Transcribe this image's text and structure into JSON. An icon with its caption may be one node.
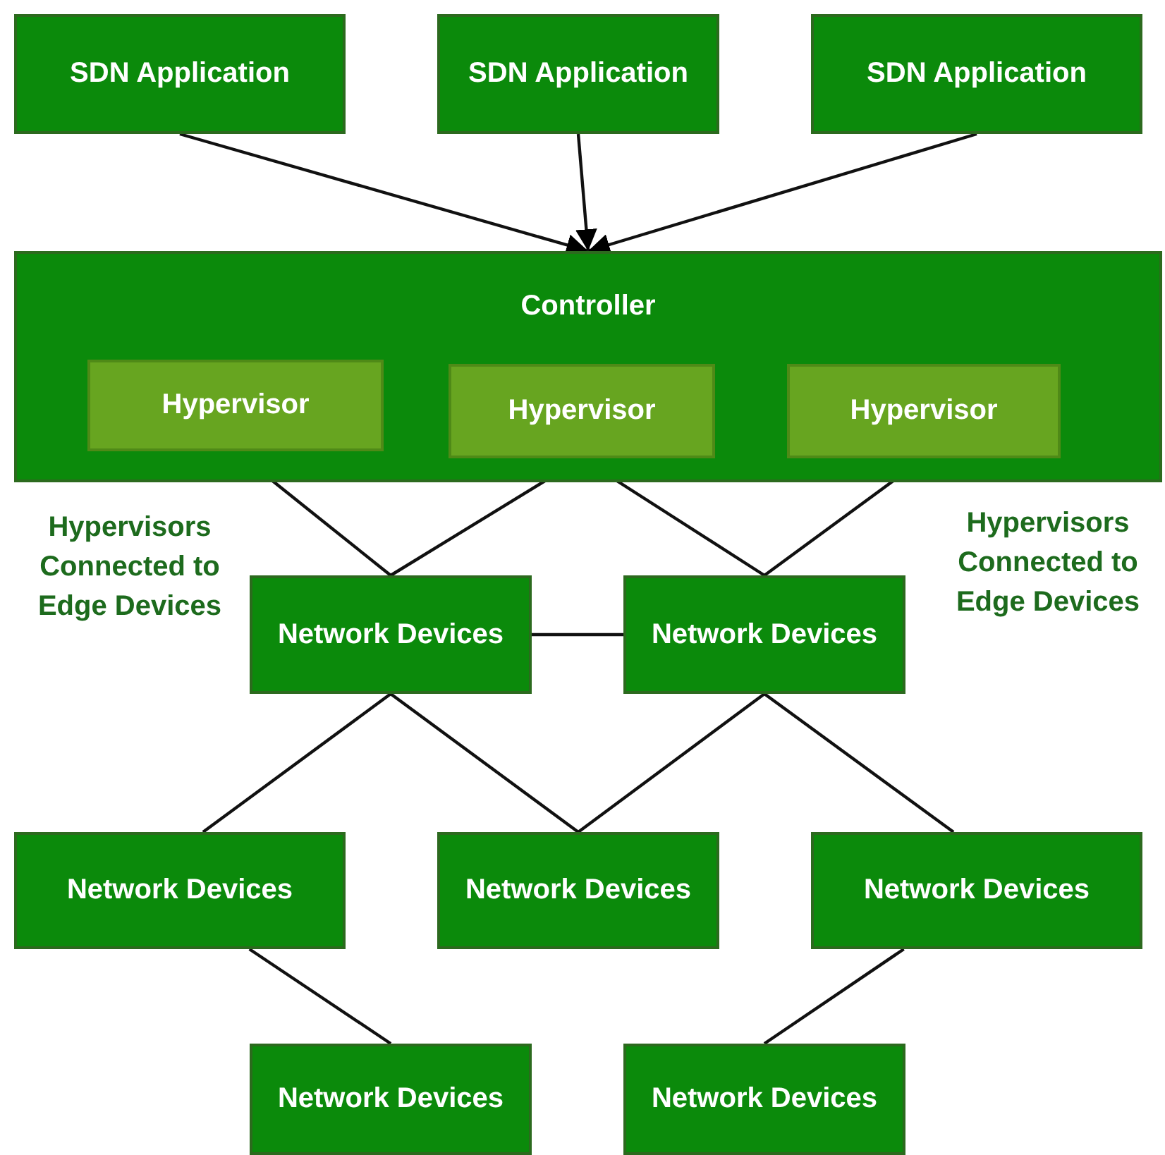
{
  "diagram": {
    "nodes": [
      {
        "text": [
          "SDN Application"
        ]
      },
      {
        "text": [
          "SDN Application"
        ]
      },
      {
        "text": [
          "SDN Application"
        ]
      },
      {
        "text": [
          "Controller"
        ]
      },
      {
        "text": [
          "Hypervisor"
        ],
        "in": 3
      },
      {
        "text": [
          "Hypervisor"
        ],
        "in": 3
      },
      {
        "text": [
          "Hypervisor"
        ],
        "in": 3
      },
      {
        "text": [
          "Network Devices"
        ]
      },
      {
        "text": [
          "Network Devices"
        ]
      },
      {
        "text": [
          "Network Devices"
        ]
      },
      {
        "text": [
          "Network Devices"
        ]
      },
      {
        "text": [
          "Network Devices"
        ]
      },
      {
        "text": [
          "Network Devices"
        ]
      },
      {
        "text": [
          "Network Devices"
        ]
      }
    ],
    "edges": [
      {
        "from": 0,
        "to": 3,
        "arrow": "to"
      },
      {
        "from": 1,
        "to": 3,
        "arrow": "to"
      },
      {
        "from": 2,
        "to": 3,
        "arrow": "to"
      },
      {
        "from": 4,
        "to": 7,
        "arrow": "none"
      },
      {
        "from": 5,
        "to": 7,
        "arrow": "none"
      },
      {
        "from": 5,
        "to": 8,
        "arrow": "none"
      },
      {
        "from": 6,
        "to": 8,
        "arrow": "none"
      },
      {
        "from": 7,
        "to": 8,
        "arrow": "none"
      },
      {
        "from": 7,
        "to": 9,
        "arrow": "none"
      },
      {
        "from": 7,
        "to": 10,
        "arrow": "none"
      },
      {
        "from": 8,
        "to": 10,
        "arrow": "none"
      },
      {
        "from": 8,
        "to": 11,
        "arrow": "none"
      },
      {
        "from": 9,
        "to": 12,
        "arrow": "none"
      },
      {
        "from": 11,
        "to": 13,
        "arrow": "none"
      }
    ],
    "labels": [
      "Hypervisors Connected to Edge Devices",
      "Hypervisors Connected to Edge Devices"
    ]
  }
}
